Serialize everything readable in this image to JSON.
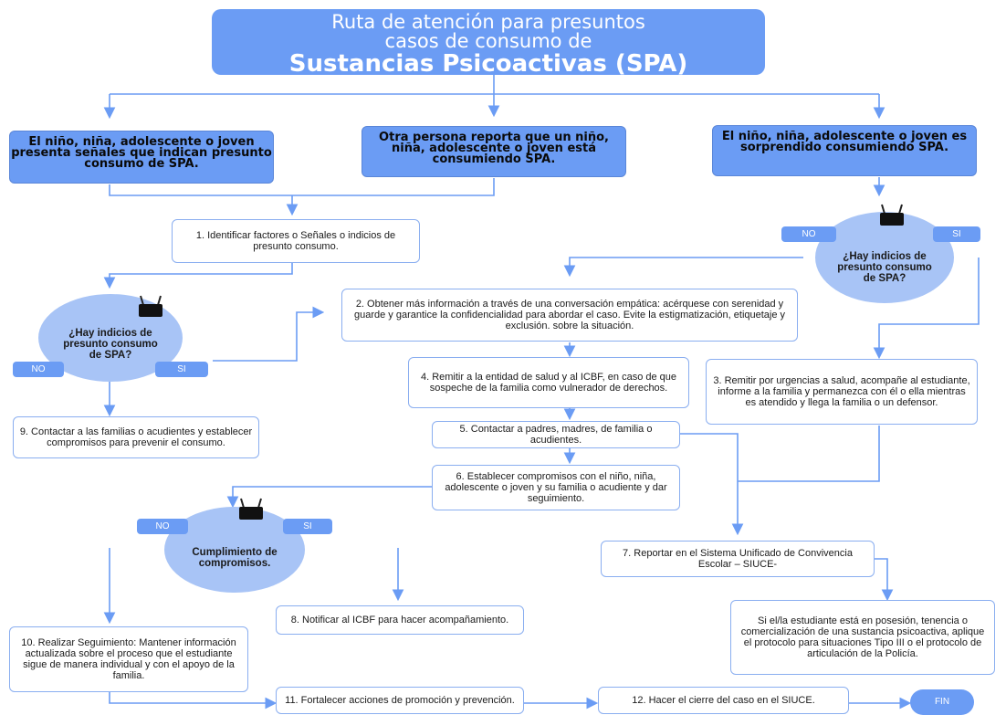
{
  "title": {
    "line1": "Ruta de atención para presuntos",
    "line2": "casos de consumo de",
    "line3": "Sustancias Psicoactivas (SPA)"
  },
  "starts": {
    "left": "El niño, niña, adolescente o joven presenta señales que indican presunto consumo de SPA.",
    "center": "Otra persona reporta que un niño, niña, adolescente o joven está consumiendo SPA.",
    "right": "El niño, niña, adolescente o joven es sorprendido consumiendo SPA."
  },
  "decisions": {
    "left": "¿Hay indicios de presunto consumo de SPA?",
    "right": "¿Hay indicios de presunto consumo de SPA?",
    "bottom": "Cumplimiento de compromisos."
  },
  "pills": {
    "no": "NO",
    "si": "SI"
  },
  "steps": {
    "s1": "1. Identificar factores o Señales o indicios de presunto consumo.",
    "s2": "2. Obtener más información a través de una conversación empática: acérquese con serenidad y guarde y garantice la confidencialidad para abordar el caso. Evite la estigmatización, etiquetaje y exclusión. sobre la situación.",
    "s3": "3. Remitir por urgencias a salud, acompañe al estudiante, informe a la familia y permanezca con él o ella mientras es atendido y llega la familia o un defensor.",
    "s4": "4. Remitir a la entidad de salud y al ICBF, en caso de que sospeche de la familia como vulnerador de derechos.",
    "s5": "5. Contactar a padres, madres, de familia o acudientes.",
    "s6": "6. Establecer compromisos con el niño, niña, adolescente o joven y su familia o acudiente y dar seguimiento.",
    "s7": "7. Reportar en el Sistema Unificado de Convivencia Escolar – SIUCE-",
    "s8": "8. Notificar al ICBF para hacer acompañamiento.",
    "s9": "9. Contactar a las familias o acudientes y establecer compromisos para prevenir el consumo.",
    "s10": "10. Realizar Seguimiento: Mantener información actualizada sobre el proceso que el estudiante sigue de manera individual y con el apoyo de la familia.",
    "s11": "11. Fortalecer acciones de promoción y prevención.",
    "s12": "12. Hacer el cierre del caso en el SIUCE.",
    "extra": "Si el/la estudiante está en posesión, tenencia o comercialización de una sustancia psicoactiva, aplique el protocolo para situaciones Tipo III o el protocolo de articulación de la Policía."
  },
  "end": "FIN",
  "colors": {
    "accent": "#6b9cf4",
    "decision": "#a8c4f6",
    "border": "#8aaef0"
  },
  "icons": [
    "binder-clip-icon",
    "binder-clip-icon",
    "binder-clip-icon"
  ]
}
